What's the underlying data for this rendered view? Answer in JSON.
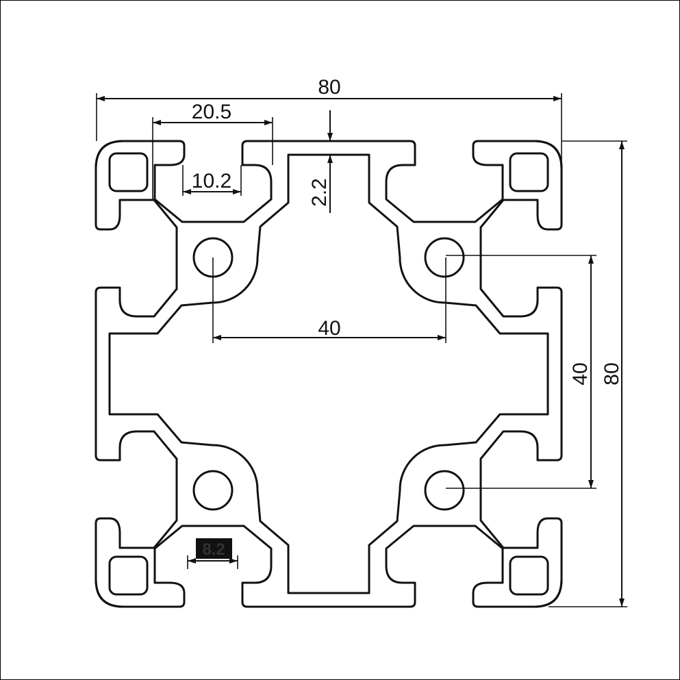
{
  "drawing": {
    "dimensions": {
      "overall_width": "80",
      "overall_height": "80",
      "slot_outer_width": "20.5",
      "slot_opening": "10.2",
      "wall_thickness": "2.2",
      "bore_spacing_horizontal": "40",
      "bore_spacing_vertical": "40",
      "bottom_slot_tag": "8.2"
    },
    "colors": {
      "line": "#111111",
      "background": "#ffffff"
    }
  }
}
